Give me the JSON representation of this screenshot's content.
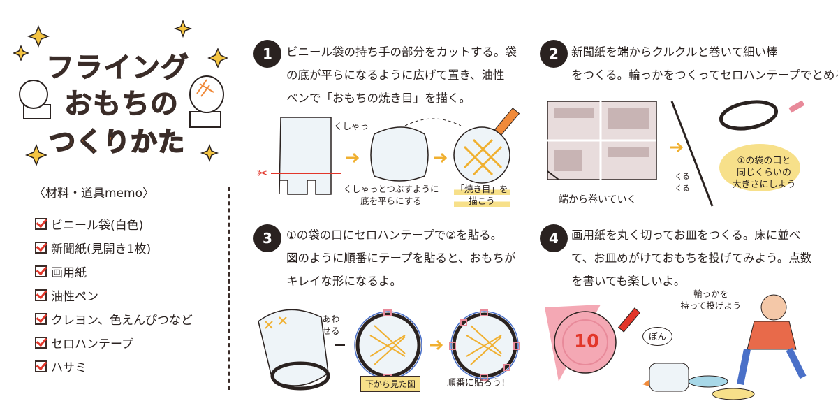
{
  "title": {
    "line1": "フライング",
    "line2": "おもちの",
    "line3": "つくりかた"
  },
  "memo": {
    "heading": "〈材料・道具memo〉",
    "items": [
      "ビニール袋(白色)",
      "新聞紙(見開き1枚)",
      "画用紙",
      "油性ペン",
      "クレヨン、色えんぴつなど",
      "セロハンテープ",
      "ハサミ"
    ]
  },
  "steps": [
    {
      "num": "1",
      "lines": [
        "ビニール袋の持ち手の部分をカットする。袋",
        "の底が平らになるように広げて置き、油性",
        "ペンで「おもちの焼き目」を描く。"
      ],
      "captions": {
        "crumple": "くしゃっ",
        "flatten1": "くしゃっとつぶすように",
        "flatten2": "底を平らにする",
        "draw1": "「焼き目」を",
        "draw2": "描こう"
      }
    },
    {
      "num": "2",
      "lines": [
        "新聞紙を端からクルクルと巻いて細い棒",
        "をつくる。輪っかをつくってセロハンテープでとめる。"
      ],
      "captions": {
        "roll": "端から巻いていく",
        "kurukuru": "くるくる",
        "size1": "①の袋の口と",
        "size2": "同じくらいの",
        "size3": "大きさにしよう"
      }
    },
    {
      "num": "3",
      "lines": [
        "①の袋の口にセロハンテープで②を貼る。",
        "図のように順番にテープを貼ると、おもちが",
        "キレイな形になるよ。"
      ],
      "captions": {
        "join": "あわせる",
        "bottom_view": "下から見た図",
        "order": "順番に貼ろう!"
      }
    },
    {
      "num": "4",
      "lines": [
        "画用紙を丸く切ってお皿をつくる。床に並べ",
        "て、お皿めがけておもちを投げてみよう。点数",
        "を書いても楽しいよ。"
      ],
      "captions": {
        "throw1": "輪っかを",
        "throw2": "持って投げよう",
        "pon": "ぽん",
        "score": "10"
      }
    }
  ],
  "colors": {
    "accent": "#f08a3a",
    "dark": "#2a2220",
    "check": "#e2362a",
    "yellow": "#f7e08a",
    "pink": "#e88a9a",
    "blue": "#4a70c8"
  }
}
